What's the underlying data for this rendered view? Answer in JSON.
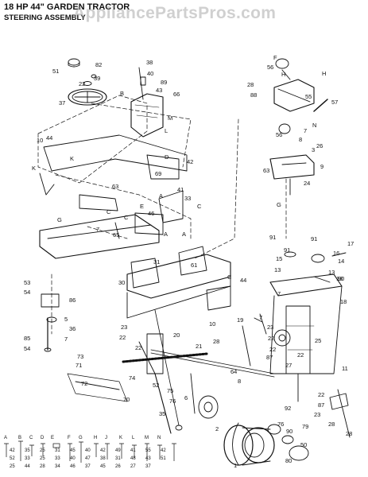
{
  "title": "18 HP 44\" GARDEN TRACTOR",
  "subtitle": "STEERING ASSEMBLY",
  "watermark": "AppliancePartsPros.com",
  "callouts": [
    "51",
    "82",
    "39",
    "22",
    "37",
    "38",
    "40",
    "89",
    "B",
    "43",
    "66",
    "M",
    "L",
    "10",
    "44",
    "K",
    "K",
    "42",
    "D",
    "63",
    "69",
    "C",
    "41",
    "33",
    "A",
    "C",
    "E",
    "46",
    "A",
    "G",
    "C",
    "7",
    "65",
    "31",
    "61",
    "A",
    "30",
    "C",
    "44",
    "53",
    "54",
    "86",
    "36",
    "5",
    "7",
    "85",
    "54",
    "10",
    "23",
    "22",
    "20",
    "22",
    "73",
    "71",
    "72",
    "74",
    "70",
    "52",
    "19",
    "21",
    "28",
    "27",
    "28",
    "23",
    "22",
    "22",
    "18",
    "64",
    "87",
    "25",
    "22",
    "17",
    "16",
    "14",
    "13",
    "15",
    "90",
    "91",
    "91",
    "91",
    "13",
    "7",
    "18",
    "7",
    "11",
    "22",
    "87",
    "23",
    "28",
    "92",
    "8",
    "75",
    "76",
    "6",
    "2",
    "1",
    "76",
    "90",
    "79",
    "80",
    "50",
    "35",
    "F",
    "56",
    "H",
    "H",
    "28",
    "88",
    "55",
    "57",
    "N",
    "56",
    "8",
    "26",
    "63",
    "9",
    "24",
    "G",
    "3",
    "7"
  ],
  "legend_letters": [
    "A",
    "B",
    "C",
    "D",
    "E",
    "F",
    "G",
    "H",
    "J",
    "K",
    "L",
    "M",
    "N"
  ],
  "legend_numbers": [
    "42",
    "52",
    "25",
    "35",
    "33",
    "44",
    "25",
    "25",
    "28",
    "31",
    "33",
    "34",
    "45",
    "40",
    "46",
    "40",
    "47",
    "37",
    "42",
    "38",
    "45",
    "49",
    "31",
    "26",
    "41",
    "48",
    "27",
    "55",
    "43",
    "37",
    "42",
    "51"
  ]
}
